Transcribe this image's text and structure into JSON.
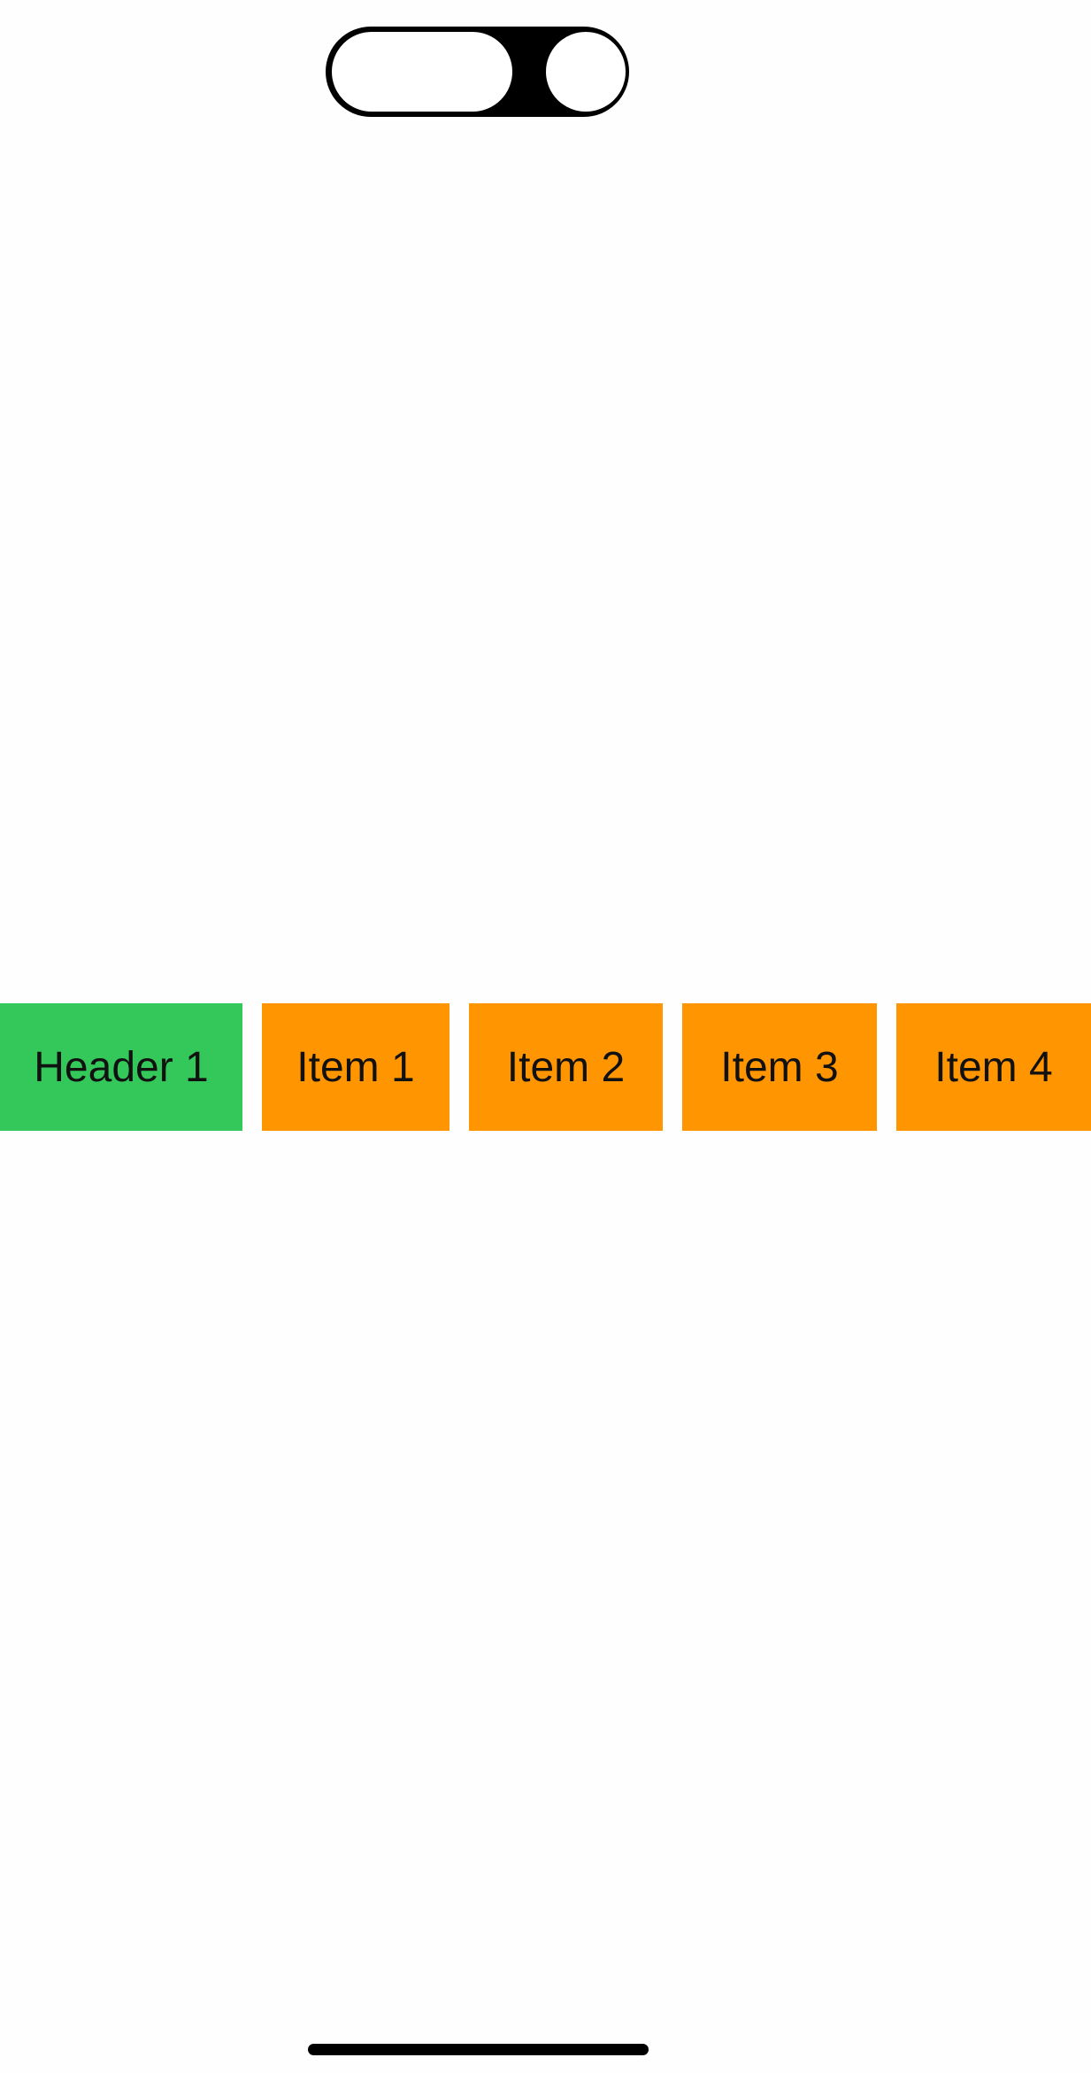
{
  "header": {
    "label": "Header 1",
    "color": "#34c759"
  },
  "items": [
    {
      "label": "Item 1"
    },
    {
      "label": "Item 2"
    },
    {
      "label": "Item 3"
    },
    {
      "label": "Item 4"
    }
  ],
  "item_color": "#ff9500"
}
